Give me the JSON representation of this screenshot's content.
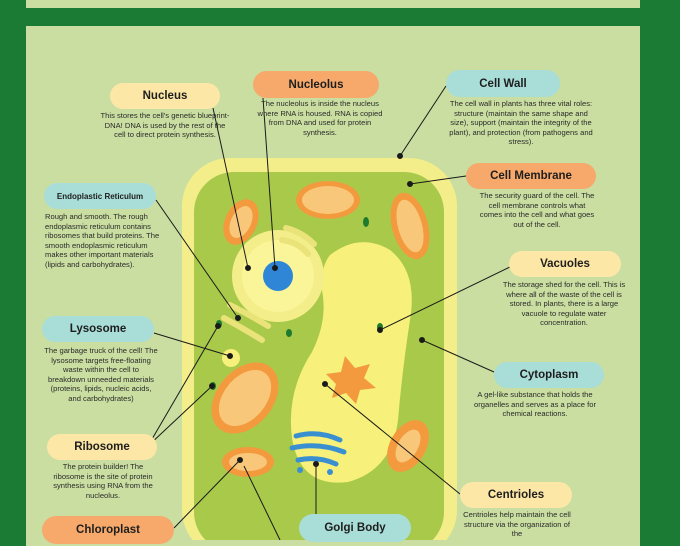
{
  "labels": {
    "nucleus": {
      "title": "Nucleus",
      "desc": "This stores the cell's genetic blueprint- DNA! DNA is used by the rest of the cell to direct protein synthesis."
    },
    "nucleolus": {
      "title": "Nucleolus",
      "desc": "The nucleolus is inside the nucleus where RNA is housed. RNA is copied from DNA and used for protein synthesis."
    },
    "cell_wall": {
      "title": "Cell Wall",
      "desc": "The cell wall in plants has three vital roles: structure (maintain the same shape and size), support (maintain the integrity of the plant), and protection (from pathogens and stress)."
    },
    "endoplasmic_reticulum": {
      "title": "Endoplastic Reticulum",
      "desc": "Rough and smooth. The rough endoplasmic reticulum contains ribosomes that build proteins. The smooth endoplasmic reticulum makes other important materials (lipids and carbohydrates)."
    },
    "cell_membrane": {
      "title": "Cell Membrane",
      "desc": "The security guard of the cell. The cell membrane controls what comes into the cell and what goes out of the cell."
    },
    "vacuoles": {
      "title": "Vacuoles",
      "desc": "The storage shed for the cell. This is where all of the waste of the cell is stored. In plants, there is a large vacuole to regulate water concentration."
    },
    "lysosome": {
      "title": "Lysosome",
      "desc": "The garbage truck of the cell! The lysosome targets free-floating waste within the cell to breakdown unneeded materials (proteins, lipids, nucleic acids, and carbohydrates)"
    },
    "cytoplasm": {
      "title": "Cytoplasm",
      "desc": "A gel-like substance that holds the organelles and serves as a place for chemical reactions."
    },
    "ribosome": {
      "title": "Ribosome",
      "desc": "The protein builder! The ribosome is the site of protein synthesis using RNA from the nucleolus."
    },
    "centrioles": {
      "title": "Centrioles",
      "desc": "Centrioles help maintain the cell structure via the organization of the"
    },
    "chloroplast": {
      "title": "Chloroplast"
    },
    "golgi_body": {
      "title": "Golgi Body"
    }
  },
  "colors": {
    "background": "#1b7a33",
    "board": "#c9dea0",
    "cell_wall": "#f3ee8a",
    "cytoplasm": "#a9c94a",
    "vacuole": "#f7f07a",
    "chloroplast": "#f39a3f",
    "label_yellow": "#fde7a6",
    "label_orange": "#f6a96a",
    "label_blue": "#a9ddd8",
    "golgi": "#3a8fd0",
    "nucleolus": "#2f86d6"
  }
}
